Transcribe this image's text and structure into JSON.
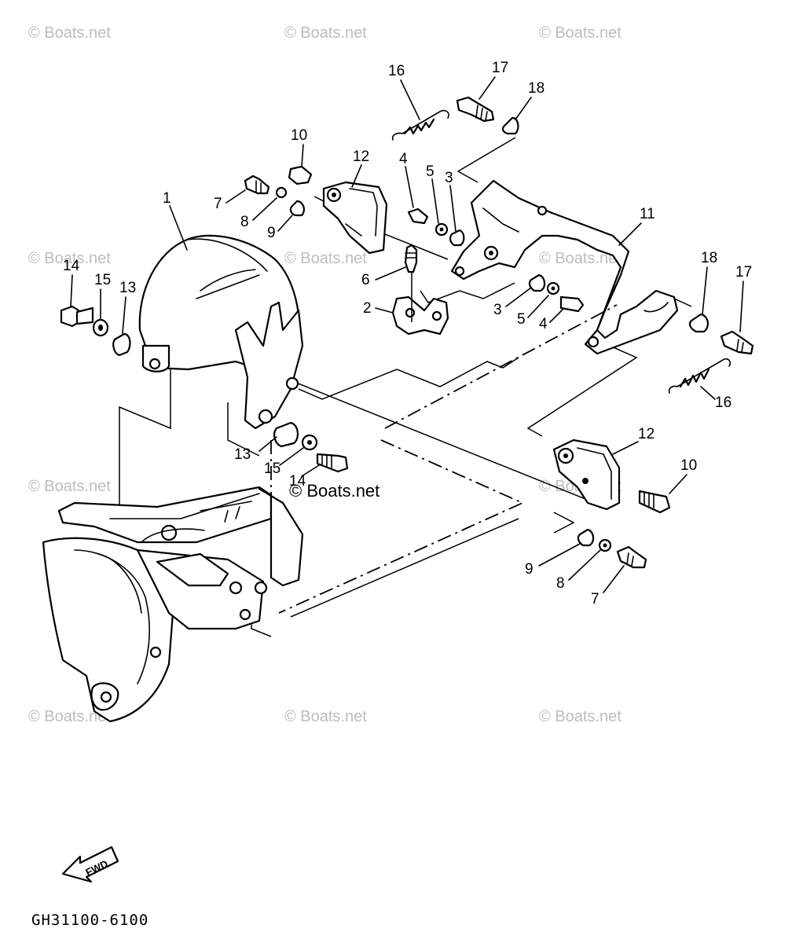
{
  "watermark": "© Boats.net",
  "watermark_center": "© Boats.net",
  "drawing_code": "GH31100-6100",
  "fwd_label": "FWD",
  "callouts": {
    "c1": "1",
    "c2": "2",
    "c3a": "3",
    "c3b": "3",
    "c4a": "4",
    "c4b": "4",
    "c5a": "5",
    "c5b": "5",
    "c6": "6",
    "c7a": "7",
    "c7b": "7",
    "c8a": "8",
    "c8b": "8",
    "c9a": "9",
    "c9b": "9",
    "c10a": "10",
    "c10b": "10",
    "c11": "11",
    "c12a": "12",
    "c12b": "12",
    "c13a": "13",
    "c13b": "13",
    "c14a": "14",
    "c14b": "14",
    "c15a": "15",
    "c15b": "15",
    "c16a": "16",
    "c16b": "16",
    "c17a": "17",
    "c17b": "17",
    "c18a": "18",
    "c18b": "18"
  }
}
